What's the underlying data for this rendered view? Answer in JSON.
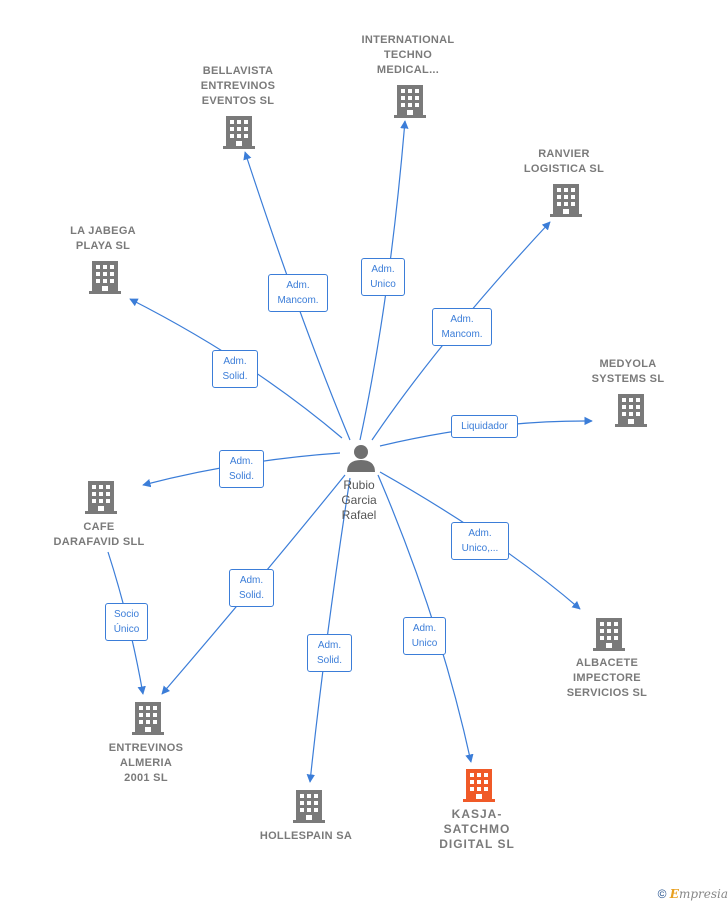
{
  "person": {
    "name": "Rubio\nGarcia\nRafael"
  },
  "companies": [
    {
      "id": "bellavista",
      "label": "BELLAVISTA\nENTREVINOS\nEVENTOS  SL"
    },
    {
      "id": "international",
      "label": "INTERNATIONAL\nTECHNO\nMEDICAL..."
    },
    {
      "id": "ranvier",
      "label": "RANVIER\nLOGISTICA  SL"
    },
    {
      "id": "jabega",
      "label": "LA JABEGA\nPLAYA  SL"
    },
    {
      "id": "medyola",
      "label": "MEDYOLA\nSYSTEMS  SL"
    },
    {
      "id": "cafe",
      "label": "CAFE\nDARAFAVID SLL"
    },
    {
      "id": "albacete",
      "label": "ALBACETE\nIMPECTORE\nSERVICIOS  SL"
    },
    {
      "id": "entrevinos",
      "label": "ENTREVINOS\nALMERIA\n2001  SL"
    },
    {
      "id": "hollespain",
      "label": "HOLLESPAIN SA"
    },
    {
      "id": "kasja",
      "label": "KASJA-\nSATCHMO\nDIGITAL  SL"
    }
  ],
  "edges": [
    {
      "id": "e-bellavista",
      "label": "Adm.\nMancom."
    },
    {
      "id": "e-international",
      "label": "Adm.\nUnico"
    },
    {
      "id": "e-ranvier",
      "label": "Adm.\nMancom."
    },
    {
      "id": "e-jabega",
      "label": "Adm.\nSolid."
    },
    {
      "id": "e-medyola",
      "label": "Liquidador"
    },
    {
      "id": "e-cafe",
      "label": "Adm.\nSolid."
    },
    {
      "id": "e-albacete",
      "label": "Adm.\nUnico,..."
    },
    {
      "id": "e-entrevinos",
      "label": "Adm.\nSolid."
    },
    {
      "id": "e-hollespain",
      "label": "Adm.\nSolid."
    },
    {
      "id": "e-kasja",
      "label": "Adm.\nUnico"
    },
    {
      "id": "e-cafe-entrevinos",
      "label": "Socio\nÚnico"
    }
  ],
  "colors": {
    "edge": "#3b7dd8",
    "building": "#7a7a7a",
    "highlight": "#f05a28"
  },
  "footer": {
    "copyright": "©",
    "brand_first": "E",
    "brand_rest": "mpresia"
  }
}
